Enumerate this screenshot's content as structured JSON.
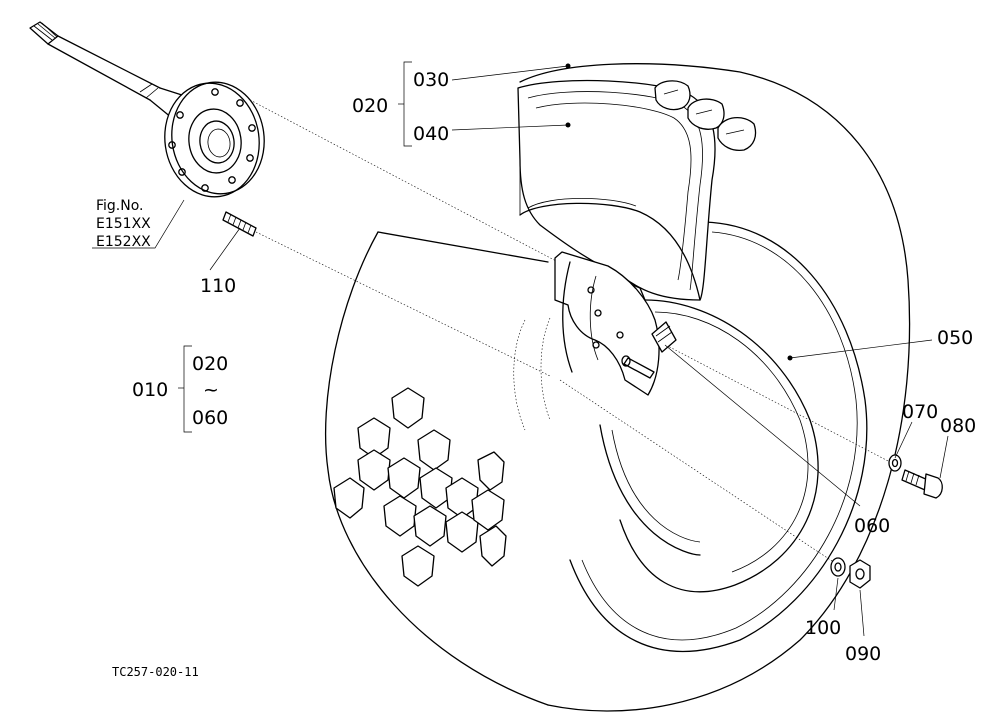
{
  "parts": {
    "p010": "010",
    "p020": "020",
    "p030": "030",
    "p040": "040",
    "p050": "050",
    "p060": "060",
    "p070": "070",
    "p080": "080",
    "p090": "090",
    "p100": "100",
    "p110": "110"
  },
  "group_010": {
    "from": "020",
    "tilde": "~",
    "to": "060"
  },
  "fig_ref": {
    "title": "Fig.No.",
    "line1": "E151XX",
    "line2": "E152XX"
  },
  "drawing_code": "TC257-020-11"
}
